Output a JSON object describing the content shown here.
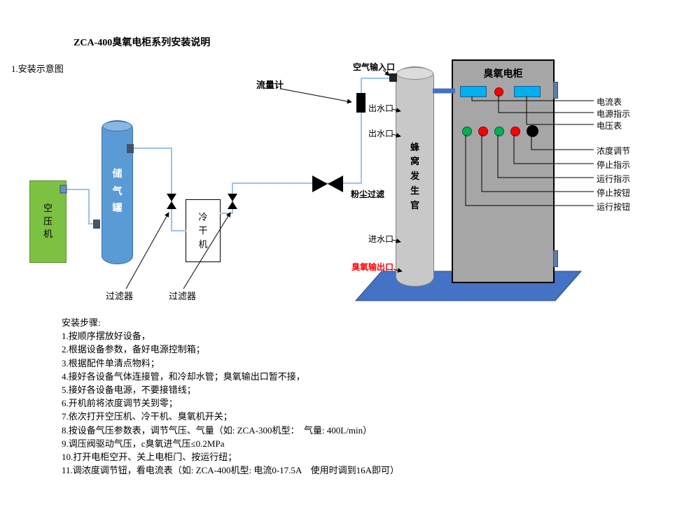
{
  "title": "ZCA-400臭氧电柜系列安装说明",
  "section_label": "1.安装示意图",
  "diagram": {
    "compressor_label": "空压机",
    "tank_label": "储气罐",
    "dryer_label": "冷干机",
    "filter_left_label": "过滤器",
    "filter_right_label": "过滤器",
    "flow_meter_label": "流量计",
    "air_input_label": "空气输入口",
    "water_outlet_top_label": "出水口",
    "water_outlet_bottom_label": "出水口",
    "dust_filter_label": "粉尘过滤",
    "water_inlet_label": "进水口",
    "ozone_outlet_label": "臭氧输出口",
    "generator_label": "蜂窝发生官",
    "cabinet_title": "臭氧电柜"
  },
  "cabinet_callouts": [
    "电流表",
    "电源指示",
    "电压表",
    "浓度调节",
    "停止指示",
    "运行指示",
    "停止按钮",
    "运行按钮"
  ],
  "steps": {
    "heading": "安装步骤:",
    "items": [
      "1.按顺序摆放好设备，",
      "2.根据设备参数，备好电源控制箱；",
      "3.根据配件单清点物料；",
      "4.接好各设备气体连接管，和冷却水管；臭氧输出口暂不接，",
      "5.接好各设备电源，不要接错线；",
      "6.开机前将浓度调节关到零；",
      "7.依次打开空压机、冷干机、臭氧机开关；",
      "8.按设备气压参数表，调节气压、气量（如: ZCA-300机型：  气量: 400L/min）",
      "9.调压阀驱动气压，c臭氧进气压≤0.2MPa",
      "10.打开电柜空开、关上电柜门、按运行纽；",
      "11.调浓度调节钮，看电流表（如: ZCA-400机型: 电流0-17.5A    使用时调到16A即可）"
    ]
  },
  "colors": {
    "compressor_green": "#7CC142",
    "tank_blue": "#5B9BD5",
    "generator_gray": "#C8C8C8",
    "cabinet_gray": "#A6A6A6",
    "base_blue": "#4472C4",
    "meter_blue": "#00B0F0",
    "pipe_blue": "#9DC3E6",
    "indicator_green": "#00B050",
    "indicator_red": "#FF0000",
    "knob_black": "#000000",
    "ozone_outlet_text_red": "#FF0000"
  }
}
